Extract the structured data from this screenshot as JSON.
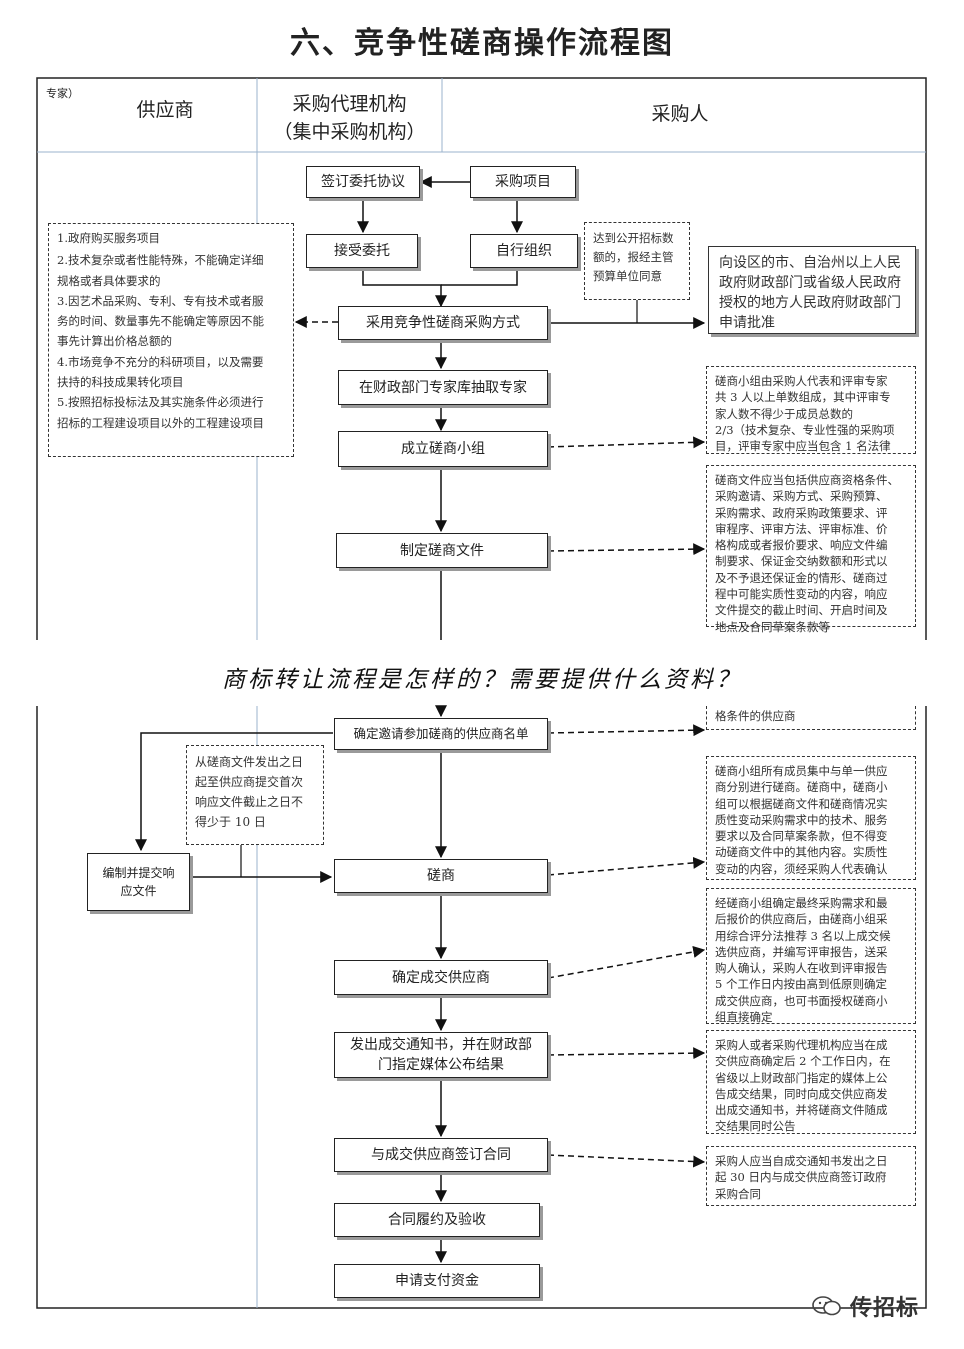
{
  "title": "六、竞争性磋商操作流程图",
  "caption": "商标转让流程是怎样的？需要提供什么资料？",
  "watermark": "传招标",
  "header": {
    "tag": "专家）",
    "col_supplier": "供应商",
    "col_agency_line1": "采购代理机构",
    "col_agency_line2": "（集中采购机构）",
    "col_purchaser": "采购人"
  },
  "steps": {
    "sign_agreement": "签订委托协议",
    "purchase_project": "采购项目",
    "accept_entrust": "接受委托",
    "self_organize": "自行组织",
    "adopt_method": "采用竞争性磋商采购方式",
    "draw_experts": "在财政部门专家库抽取专家",
    "form_group": "成立磋商小组",
    "make_docs": "制定磋商文件",
    "confirm_list": "确定邀请参加磋商的供应商名单",
    "prepare_response": "编制并提交响应文件",
    "negotiate": "磋商",
    "confirm_supplier": "确定成交供应商",
    "notice_line1": "发出成交通知书，并在财政部",
    "notice_line2": "门指定媒体公布结果",
    "sign_contract": "与成交供应商签订合同",
    "perform": "合同履约及验收",
    "apply_payment": "申请支付资金"
  },
  "notes": {
    "conditions": [
      "1.政府购买服务项目",
      "2.技术复杂或者性能特殊，不能确定详细",
      "规格或者具体要求的",
      "3.因艺术品采购、专利、专有技术或者服",
      "务的时间、数量事先不能确定等原因不能",
      "事先计算出价格总额的",
      "4.市场竞争不充分的科研项目，以及需要",
      "扶持的科技成果转化项目",
      "5.按照招标投标法及其实施条件必须进行",
      "招标的工程建设项目以外的工程建设项目"
    ],
    "threshold": [
      "达到公开招标数",
      "额的，报经主管",
      "预算单位同意"
    ],
    "approval": [
      "向设区的市、自治州以上人民",
      "政府财政部门或省级人民政府",
      "授权的地方人民政府财政部门",
      "申请批准"
    ],
    "group_composition": [
      "磋商小组由采购人代表和评审专家",
      "共 3 人以上单数组成，其中评审专",
      "家人数不得少于成员总数的",
      "2/3（技术复杂、专业性强的采购项",
      "目，评审专家中应当包含 1 名法律"
    ],
    "doc_contents": [
      "磋商文件应当包括供应商资格条件、",
      "采购邀请、采购方式、采购预算、",
      "采购需求、政府采购政策要求、评",
      "审程序、评审方法、评审标准、价",
      "格构成或者报价要求、响应文件编",
      "制要求、保证金交纳数额和形式以",
      "及不予退还保证金的情形、磋商过",
      "程中可能实质性变动的内容，响应",
      "文件提交的截止时间、开启时间及",
      "地点及合同草案条款等"
    ],
    "qualified_suppliers": [
      "格条件的供应商"
    ],
    "deadline": [
      "从磋商文件发出之日",
      "起至供应商提交首次",
      "响应文件截止之日不",
      "得少于 10 日"
    ],
    "negotiation_rule": [
      "磋商小组所有成员集中与单一供应",
      "商分别进行磋商。磋商中，磋商小",
      "组可以根据磋商文件和磋商情况实",
      "质性变动采购需求中的技术、服务",
      "要求以及合同草案条款，但不得变",
      "动磋商文件中的其他内容。实质性",
      "变动的内容，须经采购人代表确认"
    ],
    "recommend_rule": [
      "经磋商小组确定最终采购需求和最",
      "后报价的供应商后，由磋商小组采",
      "用综合评分法推荐 3 名以上成交候",
      "选供应商，并编写评审报告，送采",
      "购人确认，采购人在收到评审报告",
      "5 个工作日内按由高到低原则确定",
      "成交供应商，也可书面授权磋商小",
      "组直接确定"
    ],
    "announce_rule": [
      "采购人或者采购代理机构应当在成",
      "交供应商确定后 2 个工作日内，在",
      "省级以上财政部门指定的媒体上公",
      "告成交结果，同时向成交供应商发",
      "出成交通知书，并将磋商文件随成",
      "交结果同时公告"
    ],
    "contract_rule": [
      "采购人应当自成交通知书发出之日",
      "起 30 日内与成交供应商签订政府",
      "采购合同"
    ]
  }
}
